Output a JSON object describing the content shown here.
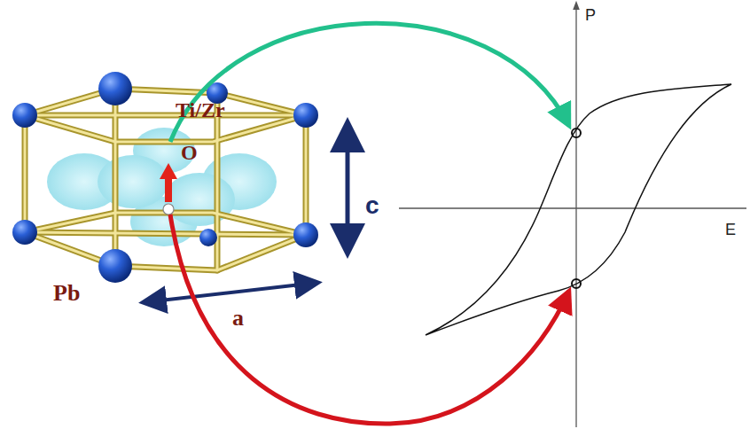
{
  "diagram": {
    "labels": [
      "Ti/Zr",
      "O",
      "Pb",
      "c",
      "a",
      "P",
      "E"
    ]
  }
}
